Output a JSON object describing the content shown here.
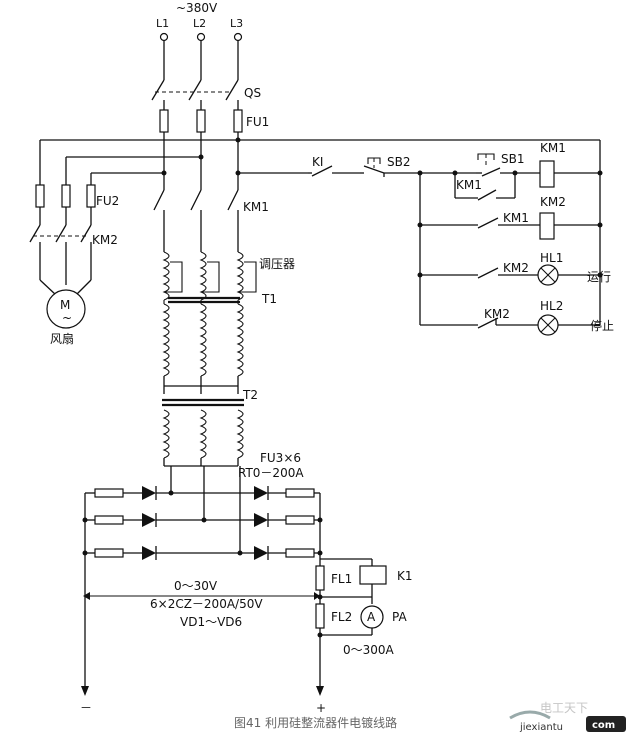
{
  "supply": {
    "voltage": "~380V",
    "phases": [
      "L1",
      "L2",
      "L3"
    ]
  },
  "labels": {
    "qs": "QS",
    "fu1": "FU1",
    "fu2": "FU2",
    "km1": "KM1",
    "km2": "KM2",
    "ki": "KI",
    "sb1": "SB1",
    "sb2": "SB2",
    "hl1": "HL1",
    "hl2": "HL2",
    "run": "运行",
    "stop": "停止",
    "regulator": "调压器",
    "t1": "T1",
    "t2": "T2",
    "motor": "M",
    "motor_tilde": "~",
    "fan": "风扇",
    "fu3": "FU3×6",
    "rt0": "RT0－200A",
    "fl1": "FL1",
    "fl2": "FL2",
    "k1": "K1",
    "pa": "PA",
    "ammeter": "A",
    "voltage_range": "0～30V",
    "diodes": "6×2CZ－200A/50V",
    "vd": "VD1～VD6",
    "current_range": "0～300A",
    "minus": "－",
    "plus": "+"
  },
  "caption": "图41  利用硅整流器件电镀线路",
  "watermark": {
    "line1": "电工天下",
    "line2": "jiexiantu",
    "badge": "com"
  }
}
